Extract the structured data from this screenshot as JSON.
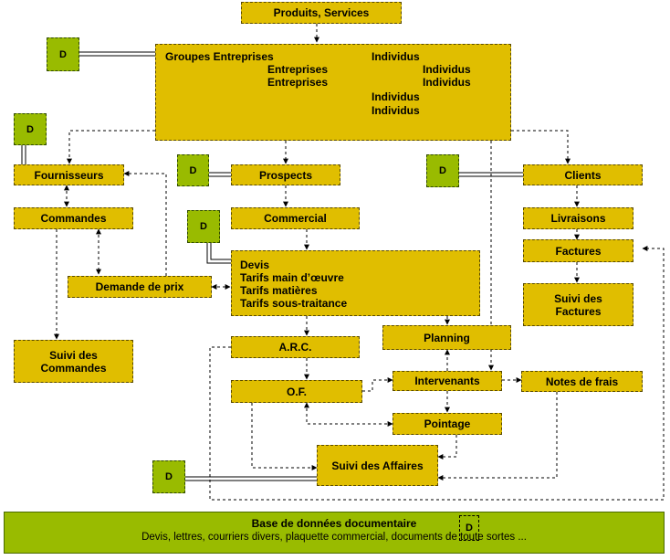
{
  "nodes": {
    "produits": "Produits, Services",
    "groupes": {
      "l1": "Groupes Entreprises",
      "l2": "Entreprises",
      "l3": "Entreprises",
      "r1": "Individus",
      "r2": "Individus",
      "r3": "Individus",
      "r4": "Individus",
      "r5": "Individus"
    },
    "fournisseurs": "Fournisseurs",
    "prospects": "Prospects",
    "clients": "Clients",
    "commandes": "Commandes",
    "commercial": "Commercial",
    "livraisons": "Livraisons",
    "factures": "Factures",
    "demande_prix": "Demande de prix",
    "devis": [
      "Devis",
      "Tarifs main d’œuvre",
      "Tarifs matières",
      "Tarifs sous-traitance"
    ],
    "suivi_factures": [
      "Suivi des",
      "Factures"
    ],
    "suivi_commandes": [
      "Suivi des",
      "Commandes"
    ],
    "arc": "A.R.C.",
    "planning": "Planning",
    "of": "O.F.",
    "intervenants": "Intervenants",
    "notes_frais": "Notes de frais",
    "pointage": "Pointage",
    "suivi_affaires": "Suivi des Affaires"
  },
  "document_marker": "D",
  "base": {
    "title": "Base de données documentaire",
    "subtitle": "Devis, lettres, courriers divers, plaquette commercial, documents de toute sortes ..."
  },
  "colors": {
    "node": "#e0be00",
    "doc": "#99bb00",
    "line": "#000000"
  }
}
